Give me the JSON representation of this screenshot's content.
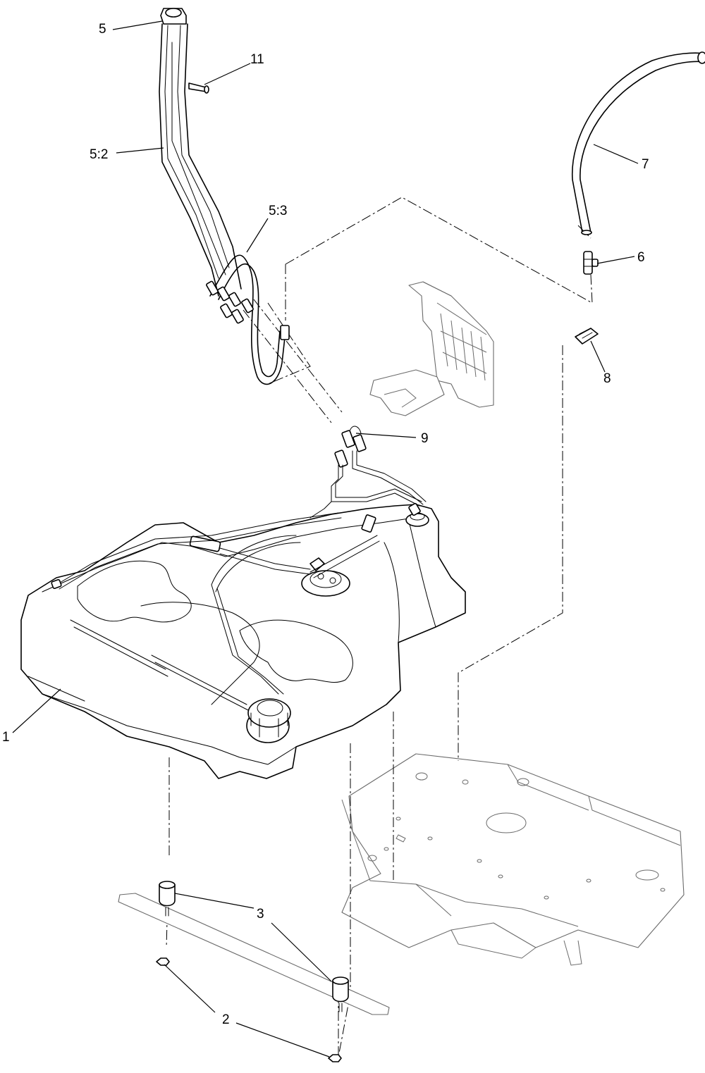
{
  "callouts": [
    {
      "id": "c1",
      "label": "1"
    },
    {
      "id": "c2",
      "label": "2"
    },
    {
      "id": "c3",
      "label": "3"
    },
    {
      "id": "c5",
      "label": "5"
    },
    {
      "id": "c5_2",
      "label": "5:2"
    },
    {
      "id": "c5_3",
      "label": "5:3"
    },
    {
      "id": "c6",
      "label": "6"
    },
    {
      "id": "c7",
      "label": "7"
    },
    {
      "id": "c8",
      "label": "8"
    },
    {
      "id": "c9",
      "label": "9"
    },
    {
      "id": "c11",
      "label": "11"
    }
  ]
}
